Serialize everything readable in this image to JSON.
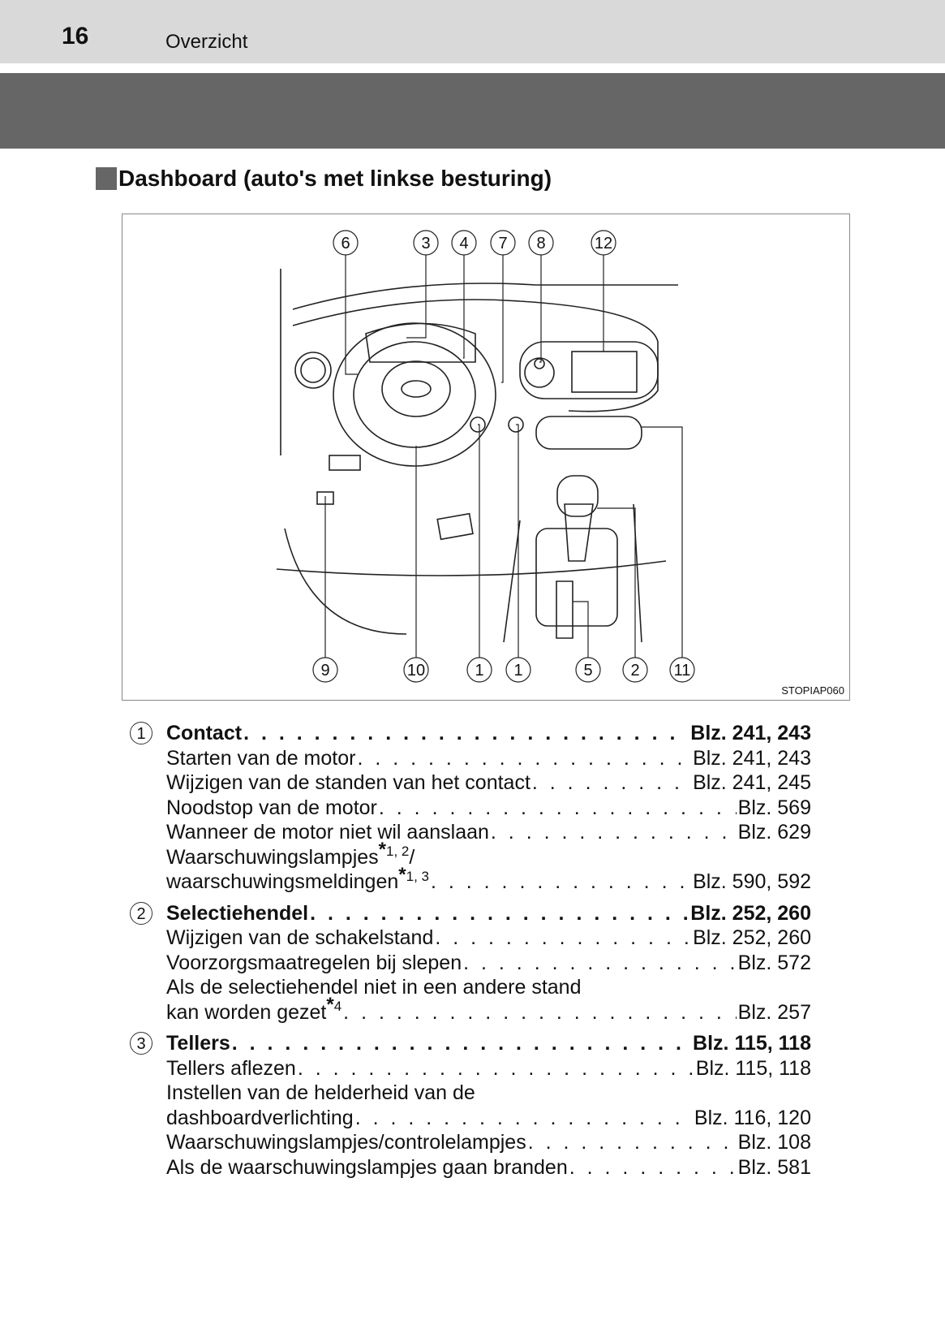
{
  "header": {
    "page_number": "16",
    "section": "Overzicht"
  },
  "heading": "Dashboard (auto's met linkse besturing)",
  "figure": {
    "code": "STOPIAP060",
    "callouts_top": [
      "6",
      "3",
      "4",
      "7",
      "8",
      "12"
    ],
    "callouts_bottom": [
      "9",
      "10",
      "1",
      "1",
      "5",
      "2",
      "11"
    ]
  },
  "sections": [
    {
      "number": "1",
      "title": "Contact",
      "page": "Blz. 241, 243",
      "entries": [
        {
          "lines": [
            {
              "text": "Starten van de motor"
            }
          ],
          "page": "Blz. 241, 243"
        },
        {
          "lines": [
            {
              "text": "Wijzigen van de standen van het contact"
            }
          ],
          "page": "Blz. 241, 245"
        },
        {
          "lines": [
            {
              "text": "Noodstop van de motor"
            }
          ],
          "page": "Blz. 569"
        },
        {
          "lines": [
            {
              "text": "Wanneer de motor niet wil aanslaan"
            }
          ],
          "page": "Blz. 629"
        },
        {
          "lines": [
            {
              "text": "Waarschuwingslampjes",
              "sup": "1, 2",
              "after": "/"
            },
            {
              "text": "waarschuwingsmeldingen",
              "sup": "1, 3"
            }
          ],
          "page": "Blz. 590, 592"
        }
      ]
    },
    {
      "number": "2",
      "title": "Selectiehendel",
      "page": "Blz. 252, 260",
      "entries": [
        {
          "lines": [
            {
              "text": "Wijzigen van de schakelstand"
            }
          ],
          "page": "Blz. 252, 260"
        },
        {
          "lines": [
            {
              "text": "Voorzorgsmaatregelen bij slepen"
            }
          ],
          "page": "Blz. 572"
        },
        {
          "lines": [
            {
              "text": "Als de selectiehendel niet in een andere stand"
            },
            {
              "text": "kan worden gezet",
              "sup": "4"
            }
          ],
          "page": "Blz. 257"
        }
      ]
    },
    {
      "number": "3",
      "title": "Tellers",
      "page": "Blz. 115, 118",
      "entries": [
        {
          "lines": [
            {
              "text": "Tellers aflezen"
            }
          ],
          "page": "Blz. 115, 118"
        },
        {
          "lines": [
            {
              "text": "Instellen van de helderheid van de"
            },
            {
              "text": "dashboardverlichting"
            }
          ],
          "page": "Blz. 116, 120"
        },
        {
          "lines": [
            {
              "text": "Waarschuwingslampjes/controlelampjes"
            }
          ],
          "page": "Blz. 108"
        },
        {
          "lines": [
            {
              "text": "Als de waarschuwingslampjes gaan branden"
            }
          ],
          "page": "Blz. 581"
        }
      ]
    }
  ]
}
